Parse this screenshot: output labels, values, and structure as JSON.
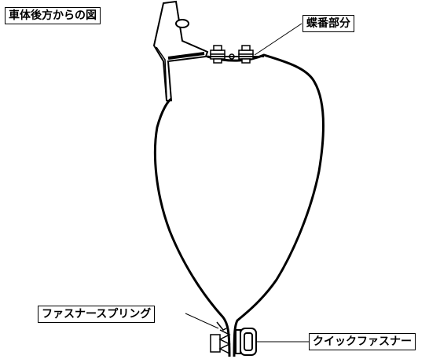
{
  "labels": {
    "title": "車体後方からの図",
    "hinge": "蝶番部分",
    "spring": "ファスナースプリング",
    "quick_fastener": "クイックファスナー"
  },
  "colors": {
    "line": "#000000",
    "background": "#ffffff"
  }
}
